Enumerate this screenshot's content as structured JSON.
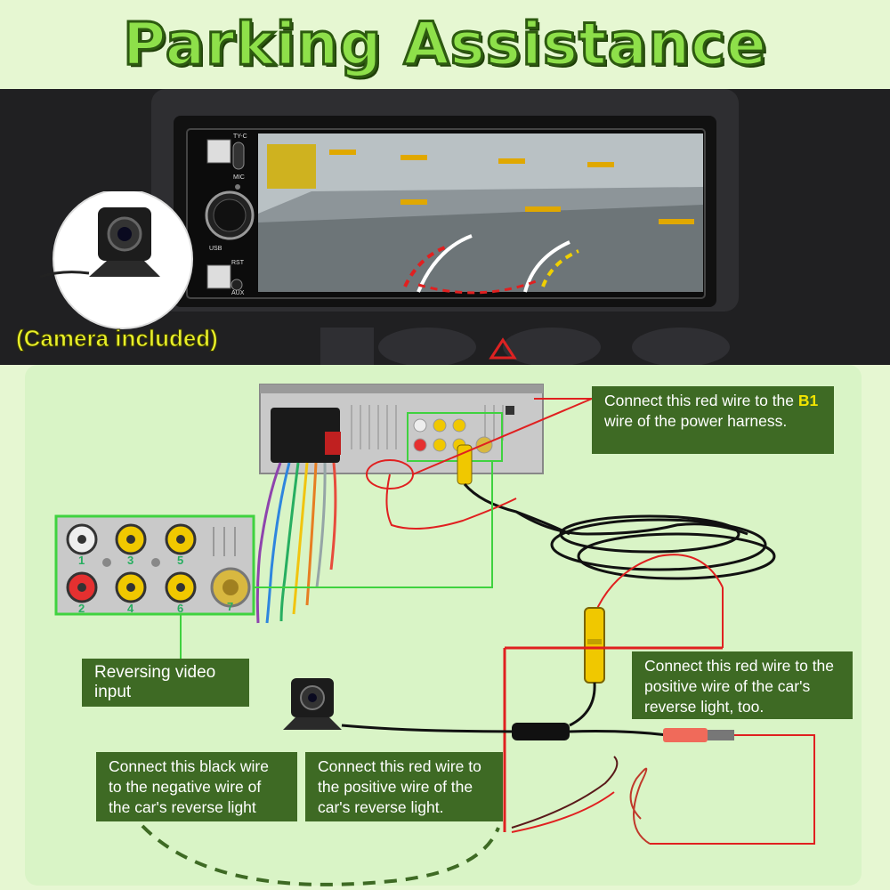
{
  "title": "Parking Assistance",
  "caption": "(Camera included)",
  "head_unit": {
    "labels": {
      "typec": "TY-C",
      "mic": "MIC",
      "usb": "USB",
      "rst": "RST",
      "aux": "AUX"
    }
  },
  "rca_ports": {
    "numbers": [
      "1",
      "2",
      "3",
      "4",
      "5",
      "6",
      "7"
    ]
  },
  "notes": {
    "b1_wire": {
      "pre": "Connect this red wire to the ",
      "highlight": "B1",
      "post": " wire of the power harness."
    },
    "reversing_video": "Reversing video input",
    "reverse_light_too": "Connect this red wire to the positive wire of the car's reverse light, too.",
    "black_wire": "Connect this black wire to the negative wire of the car's reverse light",
    "red_wire": "Connect this red wire to the positive wire of the car's reverse light."
  },
  "colors": {
    "title_fill": "#8ee04a",
    "note_bg": "#3e6a24",
    "highlight": "#f1e400",
    "panel_bg": "#d9f4c6",
    "wire_red": "#e02020"
  }
}
